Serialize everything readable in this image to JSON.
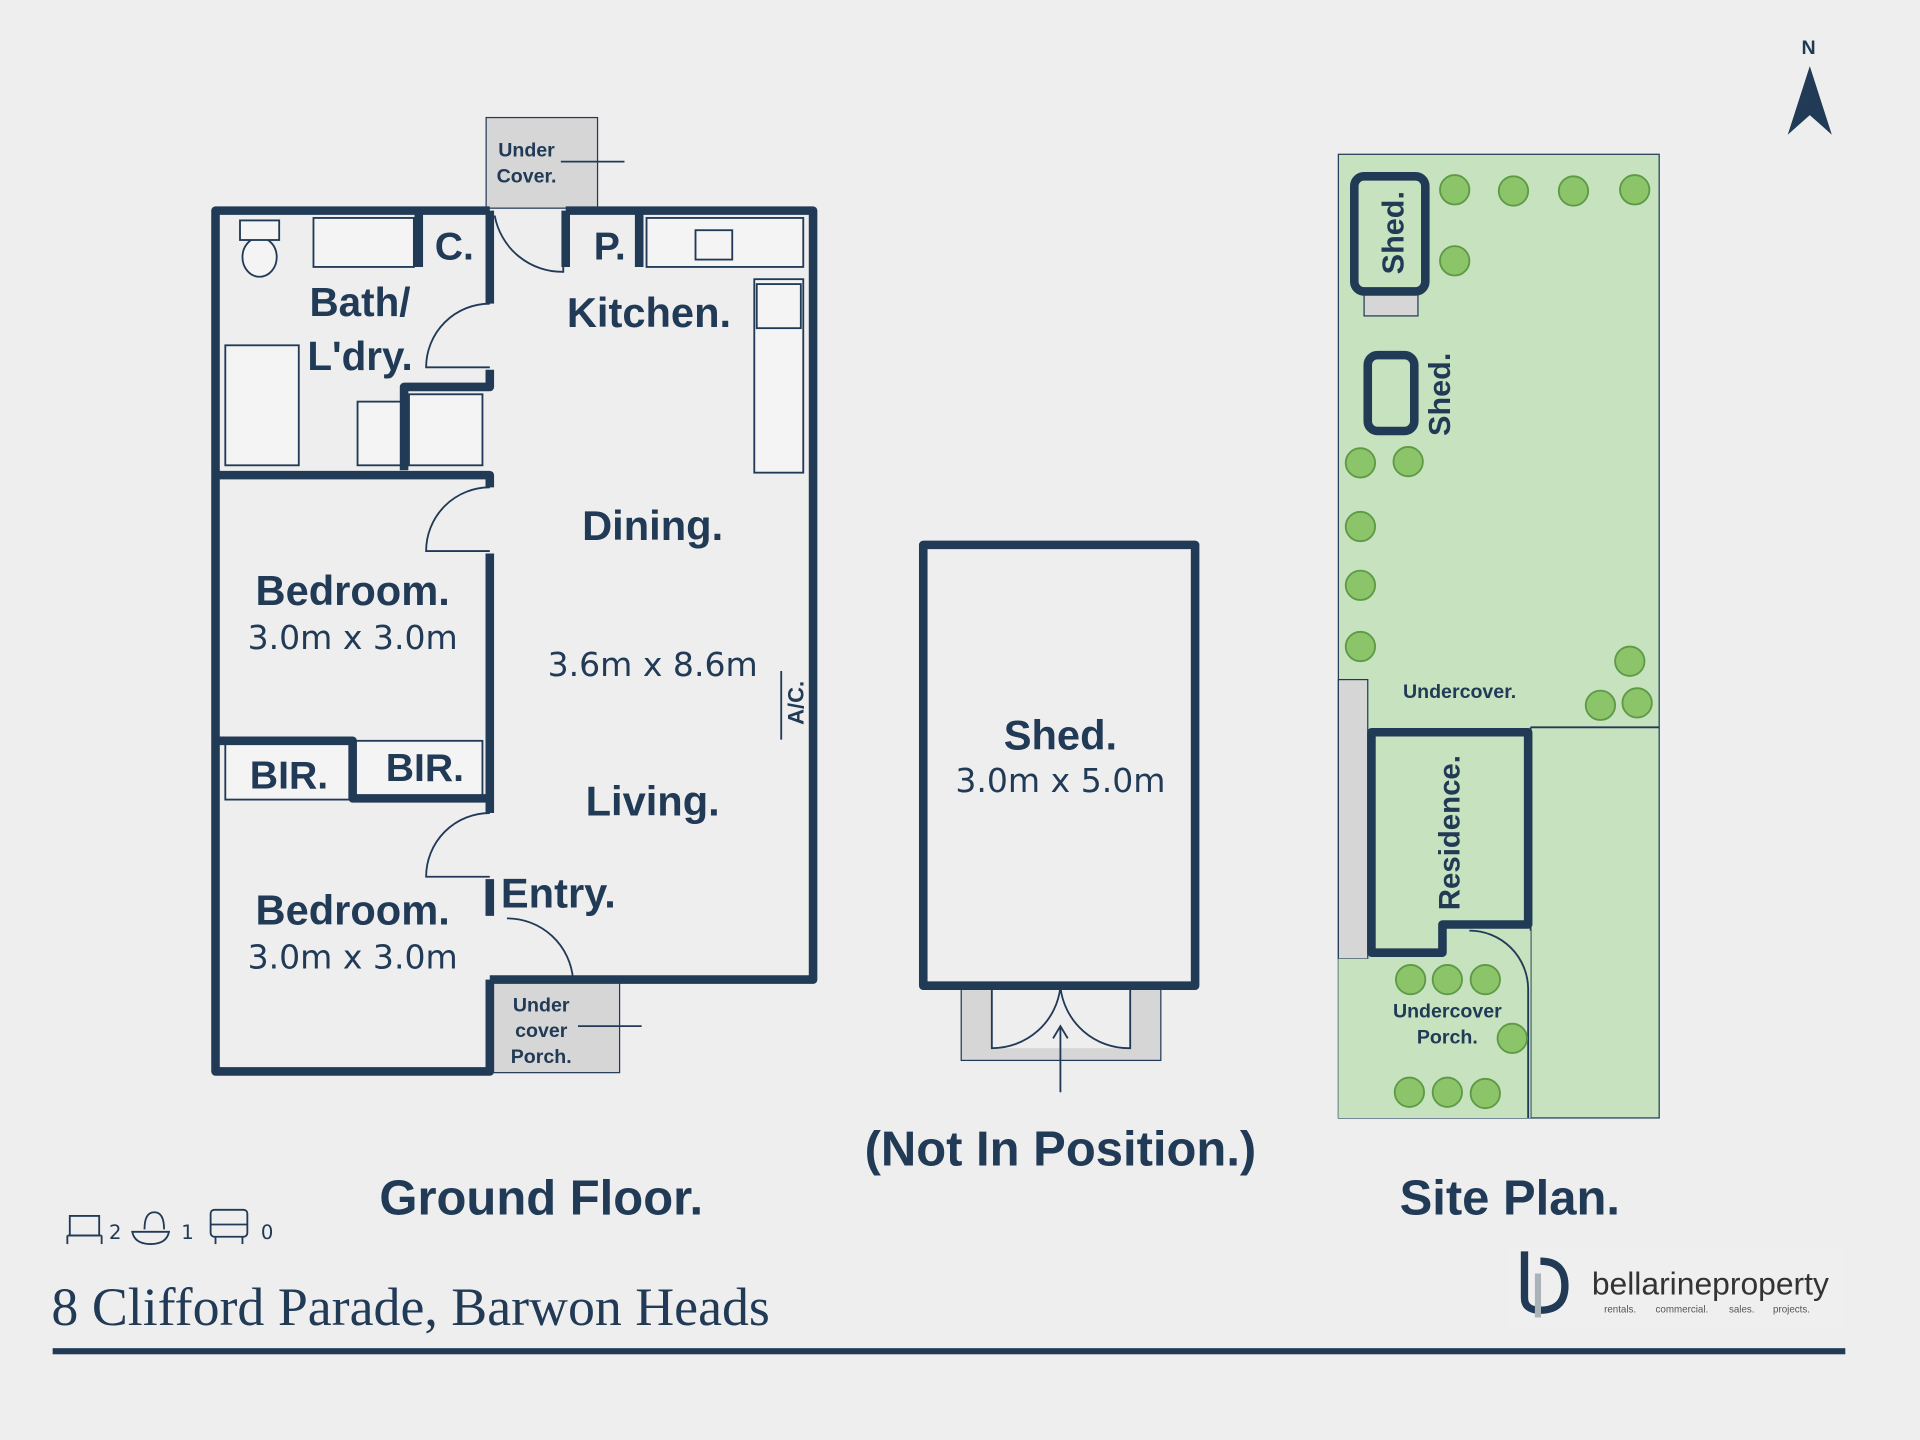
{
  "compass": {
    "label": "N"
  },
  "ground_floor": {
    "title": "Ground Floor.",
    "rooms": {
      "bath": [
        "Bath/",
        "L'dry."
      ],
      "cupboard": "C.",
      "pantry": "P.",
      "kitchen": "Kitchen.",
      "dining": "Dining.",
      "living_dim": "3.6m x 8.6m",
      "living": "Living.",
      "entry": "Entry.",
      "ac": "A/C.",
      "bedroom1": {
        "name": "Bedroom.",
        "dim": "3.0m x 3.0m"
      },
      "bedroom2": {
        "name": "Bedroom.",
        "dim": "3.0m x 3.0m"
      },
      "bir1": "BIR.",
      "bir2": "BIR.",
      "undercover_top": [
        "Under",
        "Cover."
      ],
      "undercover_porch": [
        "Under",
        "cover",
        "Porch."
      ]
    }
  },
  "shed": {
    "name": "Shed.",
    "dim": "3.0m x 5.0m",
    "note": "(Not In Position.)"
  },
  "site_plan": {
    "title": "Site Plan.",
    "shed1": "Shed.",
    "shed2": "Shed.",
    "undercover": "Undercover.",
    "residence": "Residence.",
    "porch": [
      "Undercover",
      "Porch."
    ]
  },
  "features": {
    "bedrooms": "2",
    "bathrooms": "1",
    "cars": "0"
  },
  "address": "8 Clifford Parade, Barwon Heads",
  "brand": {
    "name": "bellarineproperty",
    "tagline": [
      "rentals.",
      "commercial.",
      "sales.",
      "projects."
    ]
  },
  "colors": {
    "navy": "#213a56",
    "green": "#c6e2bf",
    "background": "#eeeeee"
  }
}
